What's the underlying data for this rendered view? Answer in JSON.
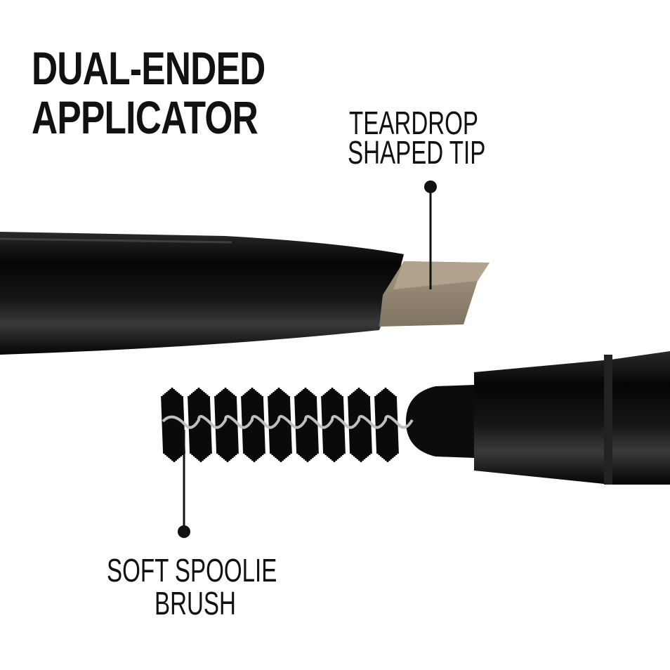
{
  "headline": {
    "line1": "DUAL-ENDED",
    "line2": "APPLICATOR"
  },
  "callouts": {
    "tip": {
      "line1": "TEARDROP",
      "line2": "SHAPED TIP"
    },
    "brush": {
      "line1": "SOFT SPOOLIE",
      "line2": "BRUSH"
    }
  },
  "colors": {
    "pencil_body": "#0b0b0c",
    "tip": "#8f826f",
    "text": "#111111",
    "background": "#ffffff"
  }
}
